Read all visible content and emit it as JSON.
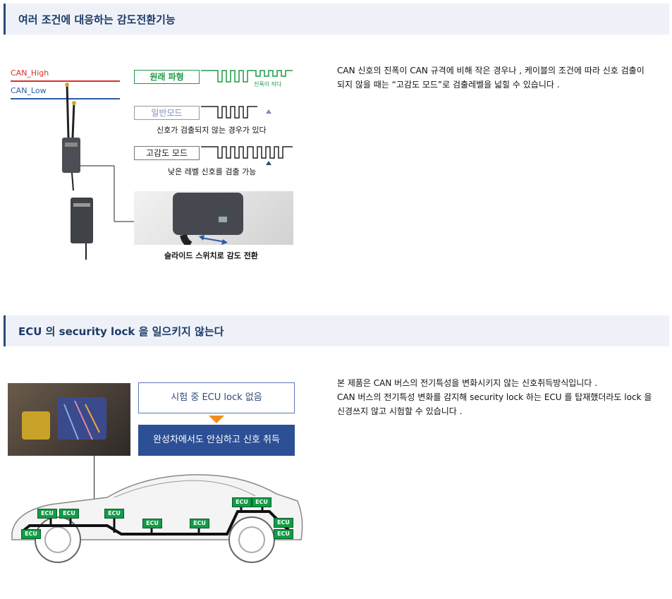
{
  "section1": {
    "title": "여러 조건에 대응하는 감도전환기능",
    "description_line1": "CAN 신호의 진폭이 CAN 규격에 비해 작은 경우나 , 케이블의 조건에 따라 신호 검출이",
    "description_line2": "되지 않을 때는 “고감도 모드”로 검출레벨을 넓힐 수 있습니다 .",
    "diagram": {
      "can_high": "CAN_High",
      "can_low": "CAN_Low",
      "original_wave": "원래 파형",
      "small_amplitude": "진폭이 작다",
      "normal_mode": "일반모드",
      "normal_caption": "신호가 검출되지 않는 경우가 있다",
      "high_sens_mode": "고감도 모드",
      "high_sens_caption": "낮은 레벨 신호를 검출 가능",
      "slide_caption": "슬라이드 스위치로 감도 전환"
    },
    "colors": {
      "can_high": "#d9302c",
      "can_low": "#2d5aa6",
      "wave_green": "#1f9a45"
    }
  },
  "section2": {
    "title": "ECU 의 security lock 을 일으키지 않는다",
    "description_line1": "본 제품은 CAN 버스의 전기특성을 변화시키지 않는 신호취득방식입니다 .",
    "description_line2": "CAN 버스의 전기특성 변화를 감지해 security lock 하는 ECU 를 탑재했더라도 lock 을",
    "description_line3": "신경쓰지 않고 시험할 수 있습니다 .",
    "callout_top": "시험 중 ECU lock 없음",
    "callout_bottom": "완성차에서도 안심하고 신호 취득",
    "ecu_label": "ECU",
    "colors": {
      "callout_bg": "#2c4f95",
      "arrow": "#f28c1e",
      "ecu": "#129c48"
    }
  }
}
